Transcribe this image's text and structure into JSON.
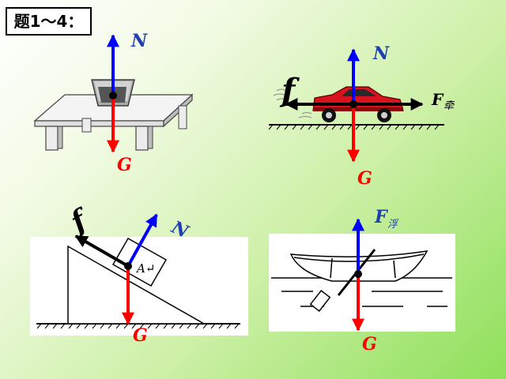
{
  "title": "题1～4：",
  "colors": {
    "normal_force": "#0000ff",
    "gravity": "#ff0000",
    "friction": "#000000",
    "traction": "#000000",
    "label_N": "#1f3fb0",
    "label_G": "#ff0000",
    "car_body": "#d8121f"
  },
  "panels": [
    {
      "id": "table",
      "labels": {
        "N": "N",
        "G": "G"
      }
    },
    {
      "id": "car",
      "labels": {
        "N": "N",
        "G": "G",
        "f": "f",
        "F": "F",
        "F_sub": "牵"
      }
    },
    {
      "id": "incline",
      "labels": {
        "N": "N",
        "G": "G",
        "f": "f",
        "block": "A↵"
      }
    },
    {
      "id": "boat",
      "labels": {
        "F": "F",
        "F_sub": "浮",
        "G": "G"
      }
    }
  ]
}
